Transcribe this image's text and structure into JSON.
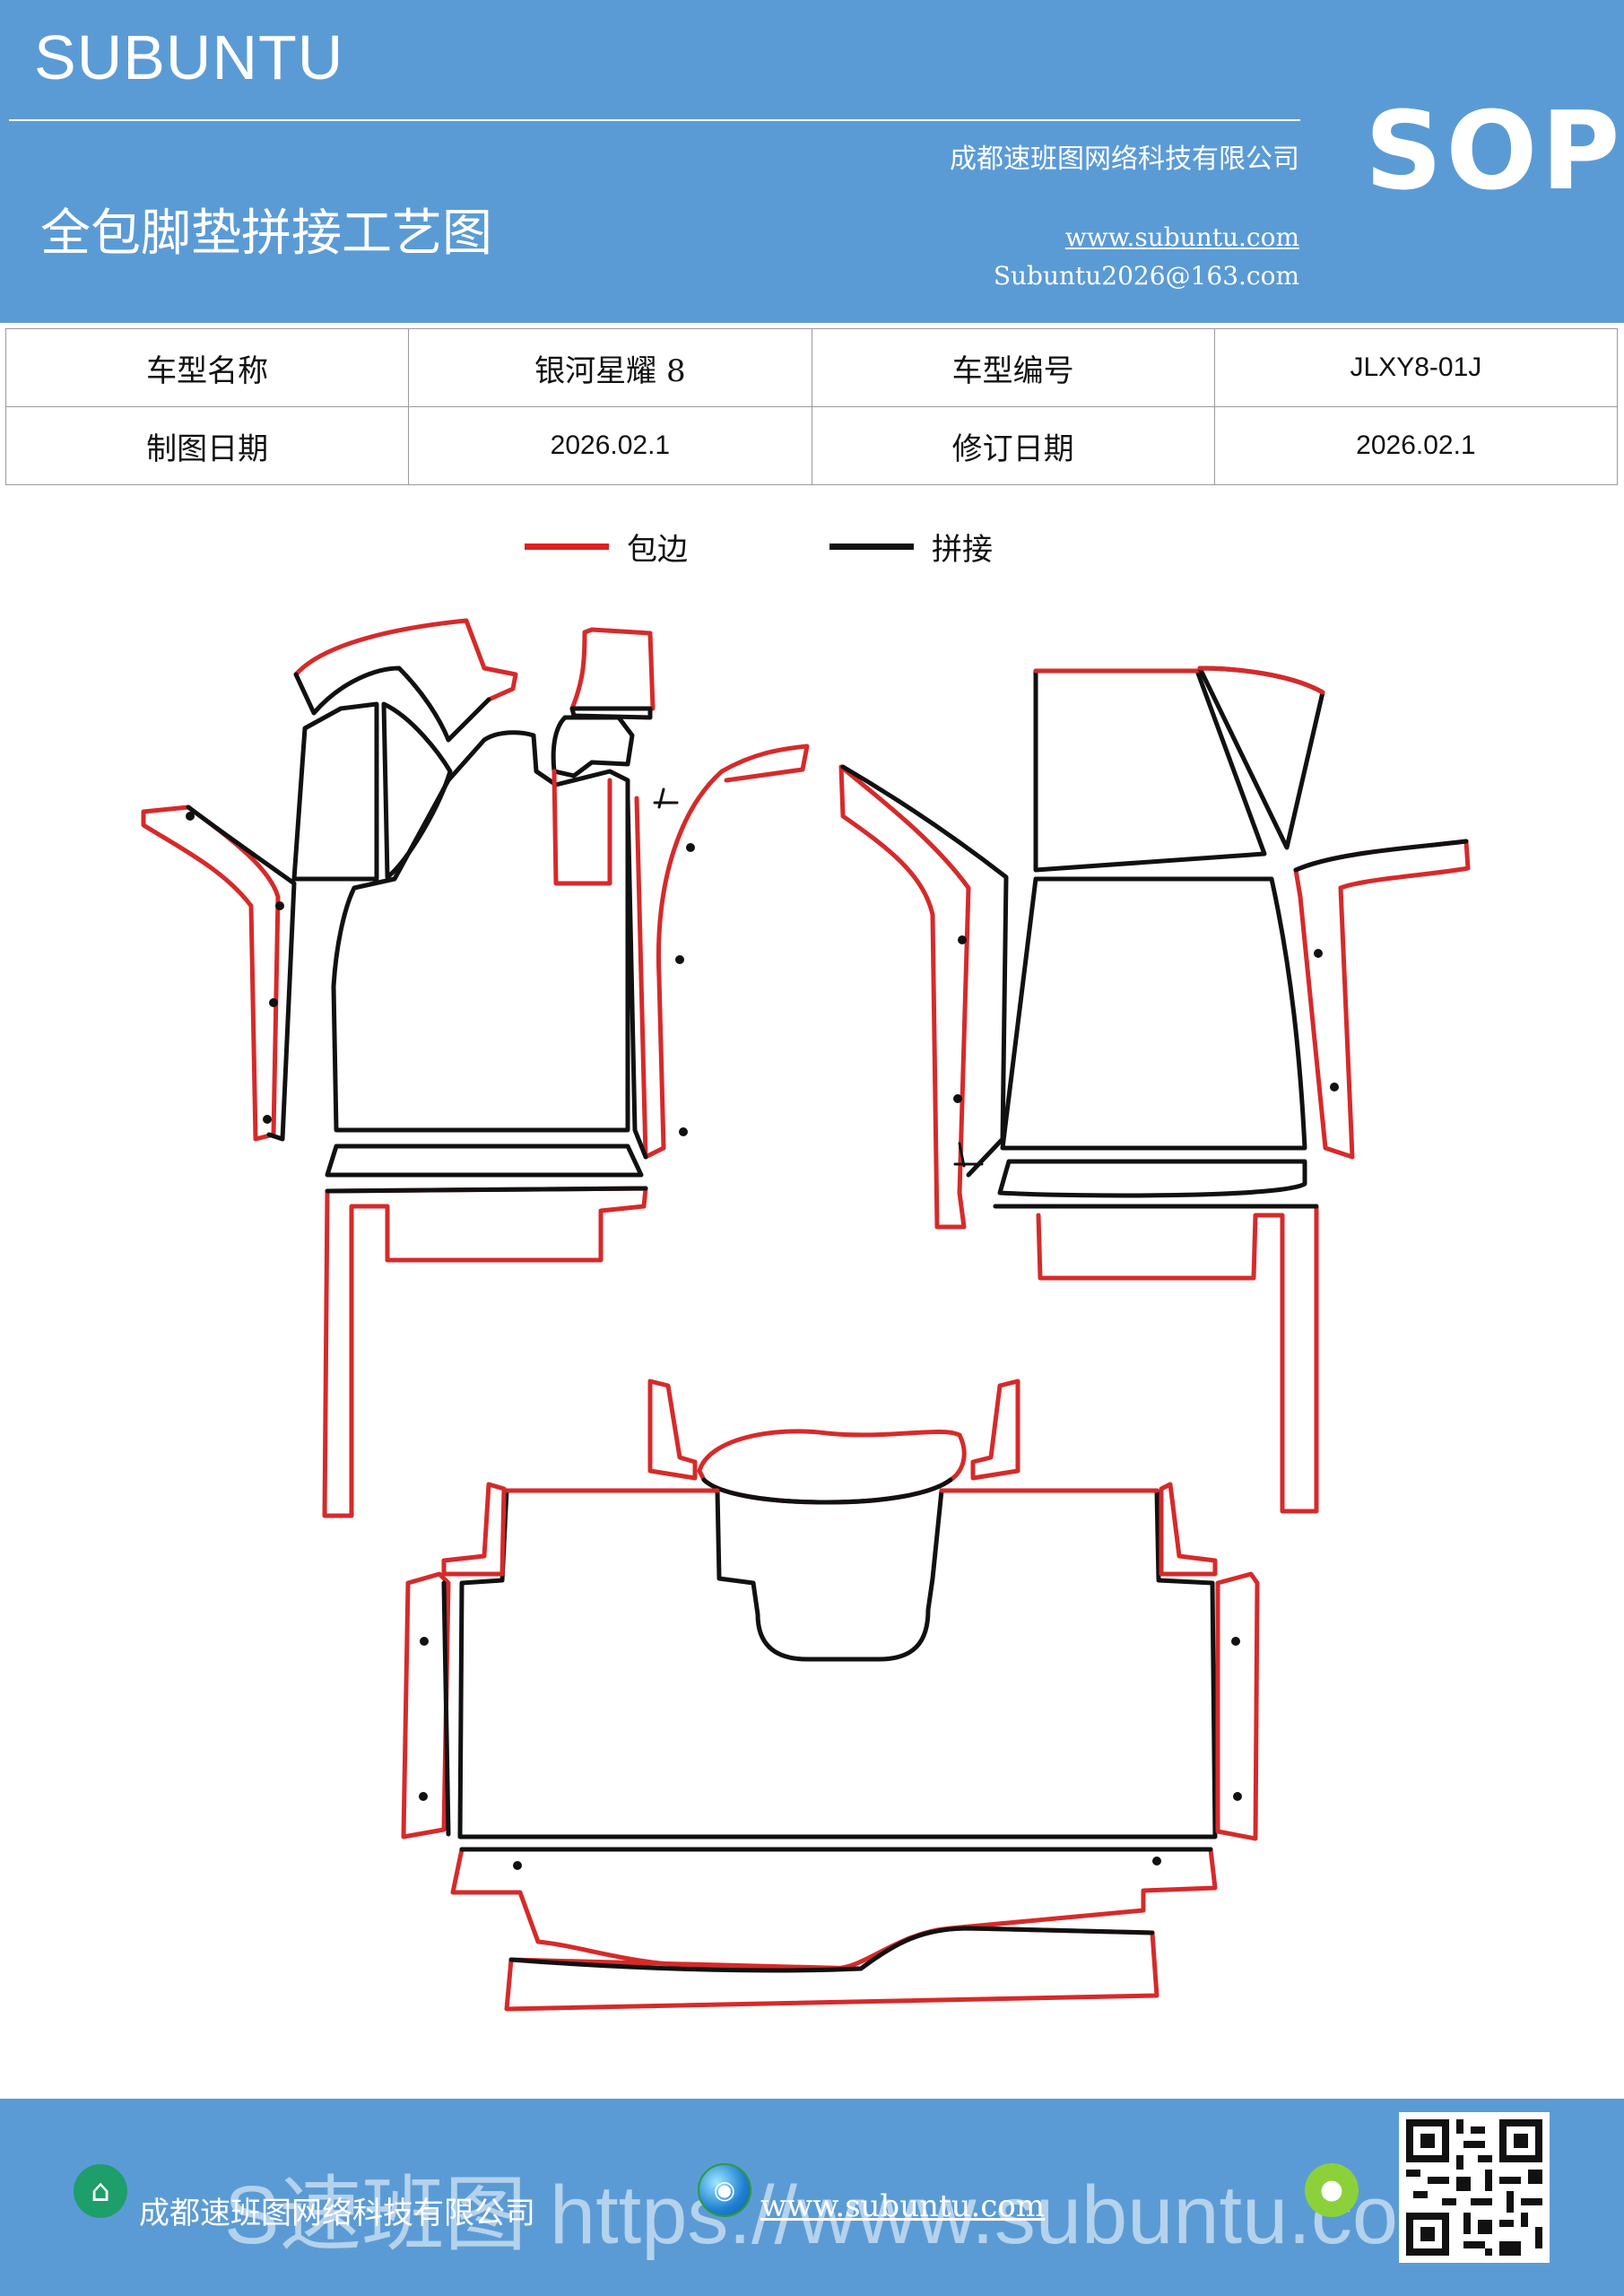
{
  "header": {
    "brand": "SUBUNTU",
    "company": "成都速班图网络科技有限公司",
    "title": "全包脚垫拼接工艺图",
    "website": "www.subuntu.com",
    "email": "Subuntu2026@163.com",
    "badge": "SOP"
  },
  "info_table": {
    "rows": [
      [
        "车型名称",
        "银河星耀 8",
        "车型编号",
        "JLXY8-01J"
      ],
      [
        "制图日期",
        "2026.02.1",
        "修订日期",
        "2026.02.1"
      ]
    ]
  },
  "legend": {
    "items": [
      {
        "label": "包边",
        "color": "#e02020"
      },
      {
        "label": "拼接",
        "color": "#111111"
      }
    ]
  },
  "colors": {
    "header_bg": "#5b9bd5",
    "edge": "#d62a2a",
    "seam": "#111111"
  },
  "footer": {
    "company": "成都速班图网络科技有限公司",
    "website": "www.subuntu.com",
    "watermark": "S速班图 https://www.subuntu.com",
    "icons": [
      "building-icon",
      "globe-icon",
      "wechat-icon",
      "qr-code"
    ]
  }
}
